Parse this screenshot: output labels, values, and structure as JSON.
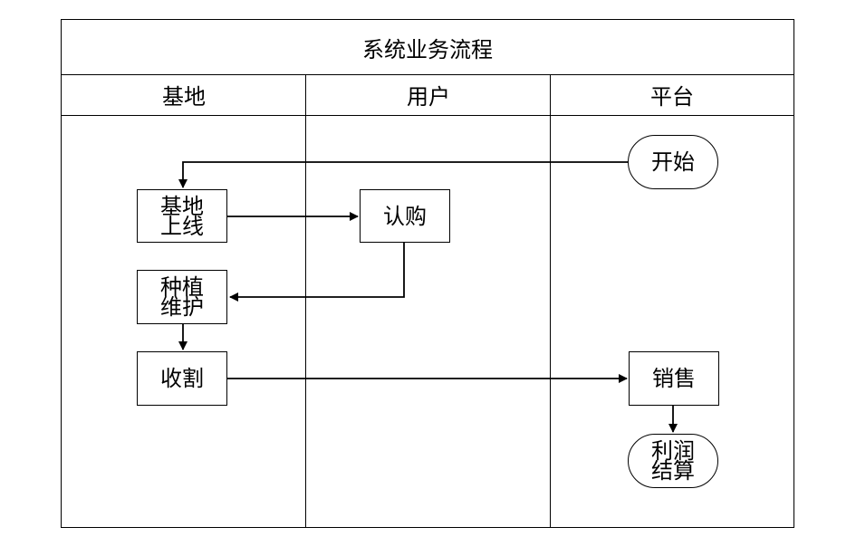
{
  "title": "系统业务流程",
  "lanes": [
    {
      "label": "基地"
    },
    {
      "label": "用户"
    },
    {
      "label": "平台"
    }
  ],
  "nodes": {
    "start": {
      "lines": [
        "开始"
      ]
    },
    "base_online": {
      "lines": [
        "基地",
        "上线"
      ]
    },
    "subscribe": {
      "lines": [
        "认购"
      ]
    },
    "plant": {
      "lines": [
        "种植",
        "维护"
      ]
    },
    "harvest": {
      "lines": [
        "收割"
      ]
    },
    "sales": {
      "lines": [
        "销售"
      ]
    },
    "profit": {
      "lines": [
        "利润",
        "结算"
      ]
    }
  },
  "edges": [
    {
      "from": "start",
      "to": "base_online"
    },
    {
      "from": "base_online",
      "to": "subscribe"
    },
    {
      "from": "subscribe",
      "to": "plant"
    },
    {
      "from": "plant",
      "to": "harvest"
    },
    {
      "from": "harvest",
      "to": "sales"
    },
    {
      "from": "sales",
      "to": "profit"
    }
  ]
}
